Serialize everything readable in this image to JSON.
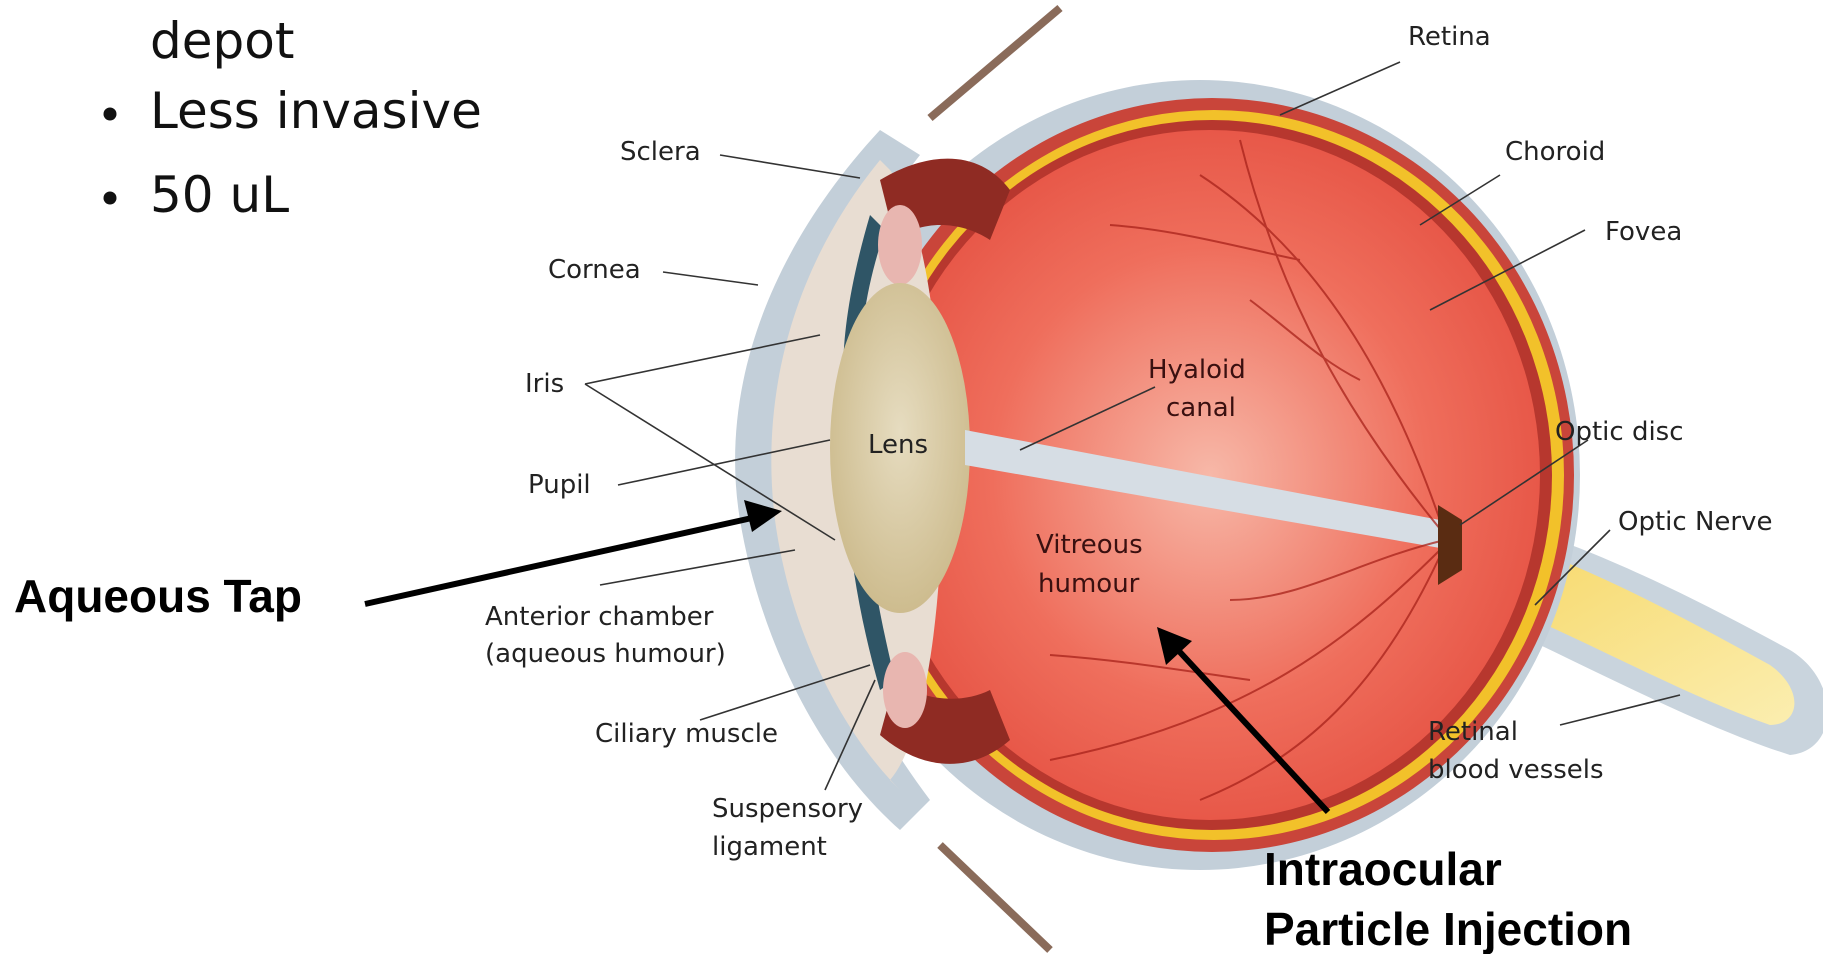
{
  "bullets": {
    "continuation": "depot",
    "items": [
      "Less invasive",
      "50 uL"
    ]
  },
  "labels": {
    "retina": "Retina",
    "sclera": "Sclera",
    "choroid": "Choroid",
    "fovea": "Fovea",
    "cornea": "Cornea",
    "iris": "Iris",
    "hyaloid_canal": [
      "Hyaloid",
      "canal"
    ],
    "lens": "Lens",
    "optic_disc": "Optic disc",
    "pupil": "Pupil",
    "optic_nerve": "Optic Nerve",
    "vitreous_humour": [
      "Vitreous",
      "humour"
    ],
    "anterior_chamber": [
      "Anterior chamber",
      "(aqueous humour)"
    ],
    "ciliary_muscle": "Ciliary muscle",
    "retinal_blood_vessels": [
      "Retinal",
      "blood vessels"
    ],
    "suspensory_ligament": [
      "Suspensory",
      "ligament"
    ]
  },
  "callouts": {
    "aqueous_tap": "Aqueous Tap",
    "intraocular": [
      "Intraocular",
      "Particle Injection"
    ]
  },
  "colors": {
    "vitreous": "#ee5a4c",
    "retina_yellow": "#f5c52a",
    "choroid": "#c9453a",
    "sclera": "#b9c7d4",
    "lens": "#d8c9a0",
    "optic_nerve": "#f4dc72"
  }
}
